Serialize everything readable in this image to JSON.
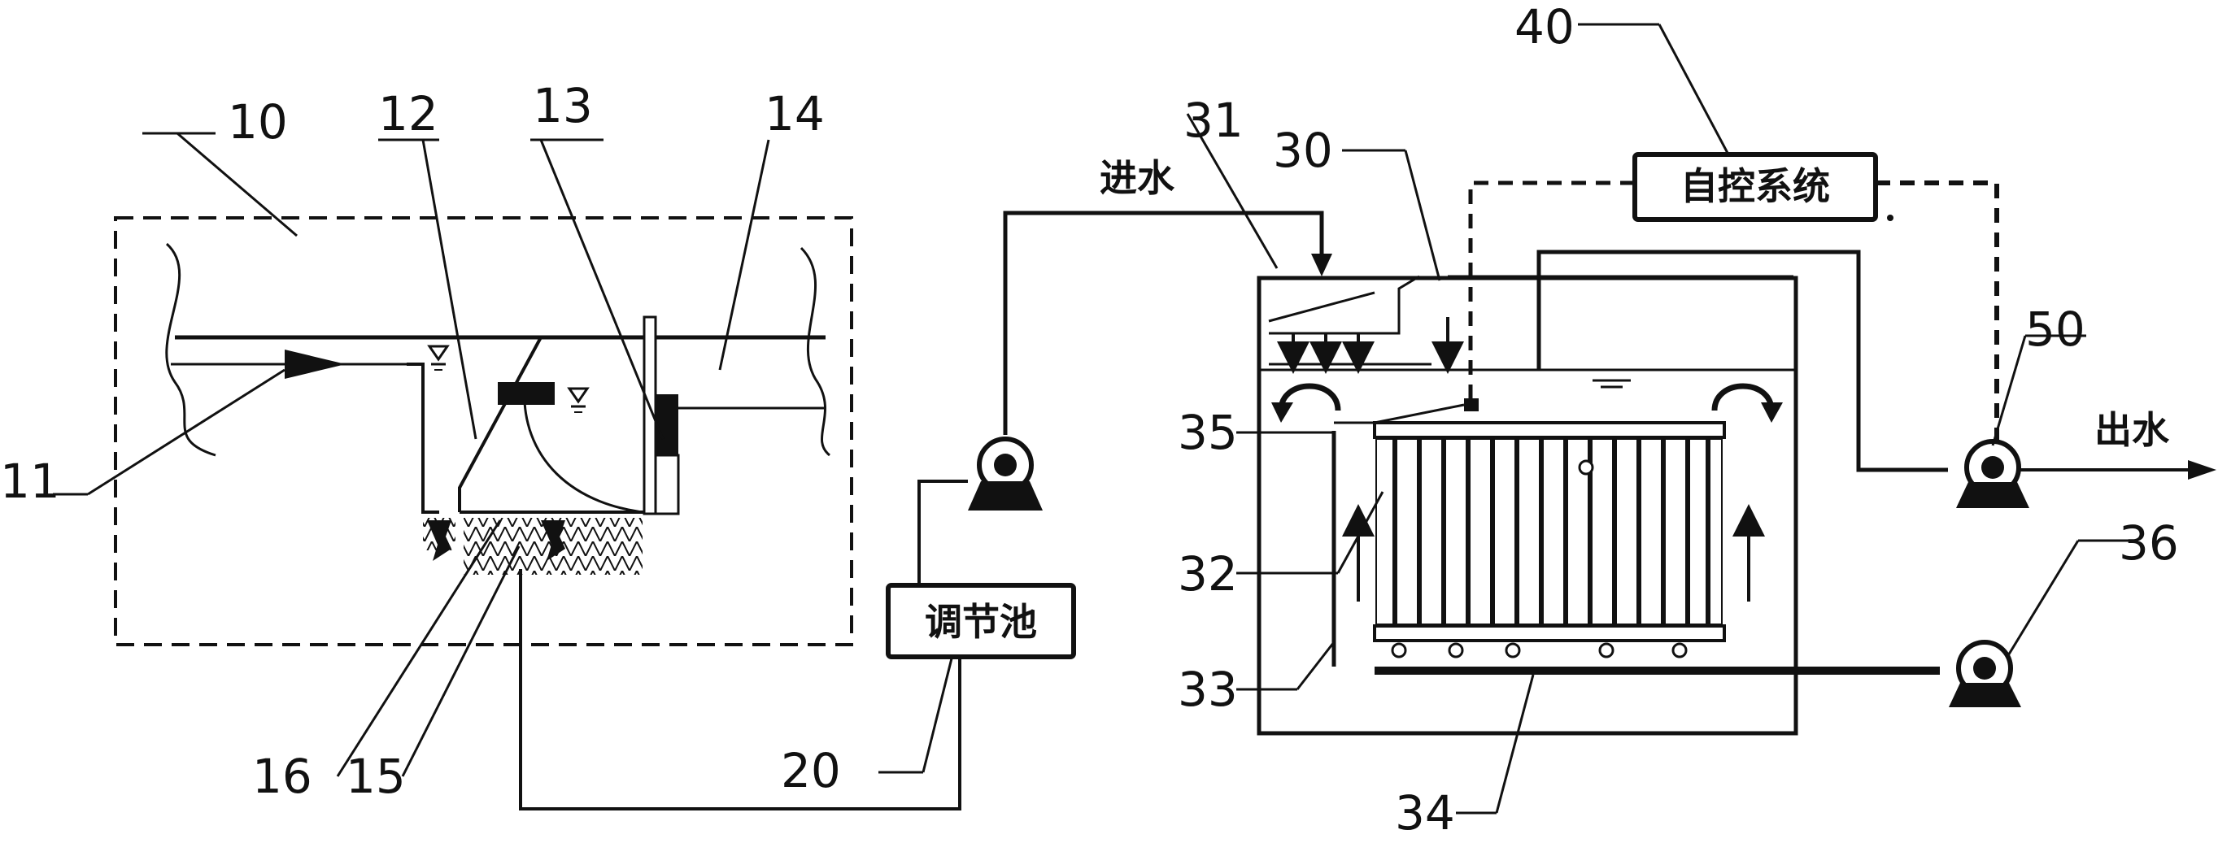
{
  "labels": {
    "l10": "10",
    "l11": "11",
    "l12": "12",
    "l13": "13",
    "l14": "14",
    "l15": "15",
    "l16": "16",
    "l20": "20",
    "l30": "30",
    "l31": "31",
    "l32": "32",
    "l33": "33",
    "l34": "34",
    "l35": "35",
    "l36": "36",
    "l40": "40",
    "l50": "50"
  },
  "text": {
    "inlet": "进水",
    "outlet": "出水",
    "equalization_tank": "调节池",
    "control_system": "自控系统"
  },
  "icons": {
    "pump": "pump-icon",
    "water_level": "water-level-icon",
    "flow_arrow": "flow-arrow-icon"
  },
  "colors": {
    "line": "#111111",
    "background": "#ffffff"
  }
}
